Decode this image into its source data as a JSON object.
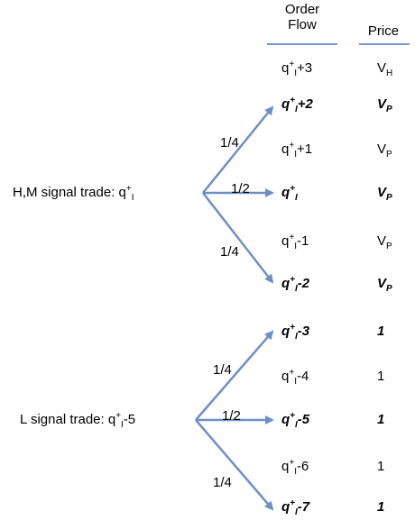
{
  "headers": {
    "order_line1": "Order",
    "order_line2": "Flow",
    "price": "Price"
  },
  "sources": [
    {
      "label_main": "H,M signal trade: q",
      "label_sup": "+",
      "label_sub": "I",
      "label_suffix": ""
    },
    {
      "label_main": "L signal trade: q",
      "label_sup": "+",
      "label_sub": "I",
      "label_suffix": "-5"
    }
  ],
  "probabilities": [
    "1/4",
    "1/2",
    "1/4",
    "1/4",
    "1/2",
    "1/4"
  ],
  "rows": [
    {
      "order_suffix": "+3",
      "price_main": "V",
      "price_sub": "H",
      "bold": false
    },
    {
      "order_suffix": "+2",
      "price_main": "V",
      "price_sub": "P",
      "bold": true
    },
    {
      "order_suffix": "+1",
      "price_main": "V",
      "price_sub": "P",
      "bold": false
    },
    {
      "order_suffix": "",
      "price_main": "V",
      "price_sub": "P",
      "bold": true
    },
    {
      "order_suffix": "-1",
      "price_main": "V",
      "price_sub": "P",
      "bold": false
    },
    {
      "order_suffix": "-2",
      "price_main": "V",
      "price_sub": "P",
      "bold": true
    },
    {
      "order_suffix": "-3",
      "price_main": "1",
      "price_sub": "",
      "bold": true
    },
    {
      "order_suffix": "-4",
      "price_main": "1",
      "price_sub": "",
      "bold": false
    },
    {
      "order_suffix": "-5",
      "price_main": "1",
      "price_sub": "",
      "bold": true
    },
    {
      "order_suffix": "-6",
      "price_main": "1",
      "price_sub": "",
      "bold": false
    },
    {
      "order_suffix": "-7",
      "price_main": "1",
      "price_sub": "",
      "bold": true
    }
  ],
  "colors": {
    "arrow": "#6f8fc4",
    "header_rule": "#7b96c8"
  }
}
